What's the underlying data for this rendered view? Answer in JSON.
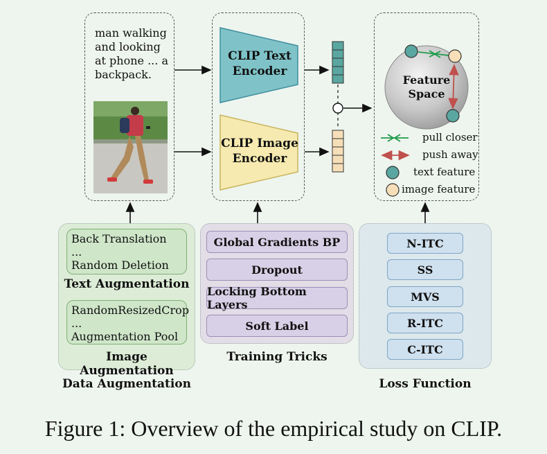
{
  "input": {
    "caption_lines": [
      "man walking",
      "and looking",
      "at phone ... a",
      "backpack."
    ]
  },
  "encoders": {
    "text": [
      "CLIP Text",
      "Encoder"
    ],
    "image": [
      "CLIP Image",
      "Encoder"
    ]
  },
  "feature_space": {
    "title": [
      "Feature",
      "Space"
    ],
    "legend": {
      "pull": "pull closer",
      "push": "push away",
      "text_feature": "text feature",
      "image_feature": "image feature"
    }
  },
  "data_augmentation": {
    "text_aug": [
      "Back Translation",
      "...",
      "Random Deletion"
    ],
    "text_aug_title": "Text Augmentation",
    "image_aug": [
      "RandomResizedCrop",
      "...",
      "Augmentation Pool"
    ],
    "image_aug_title": "Image Augmentation",
    "group_title": "Data Augmentation"
  },
  "training_tricks": {
    "items": [
      "Global Gradients BP",
      "Dropout",
      "Locking Bottom Layers",
      "Soft Label"
    ],
    "title": "Training Tricks"
  },
  "loss_function": {
    "items": [
      "N-ITC",
      "SS",
      "MVS",
      "R-ITC",
      "C-ITC"
    ],
    "title": "Loss Function"
  },
  "figure_caption": "Figure 1: Overview of the empirical study on CLIP.",
  "colors": {
    "text_encoder": "#7fc3c8",
    "image_encoder": "#f6eab0",
    "text_feature": "#5aa6a0",
    "image_feature": "#f6dfb8",
    "pull": "#1f9a4a",
    "push": "#c0504d"
  }
}
